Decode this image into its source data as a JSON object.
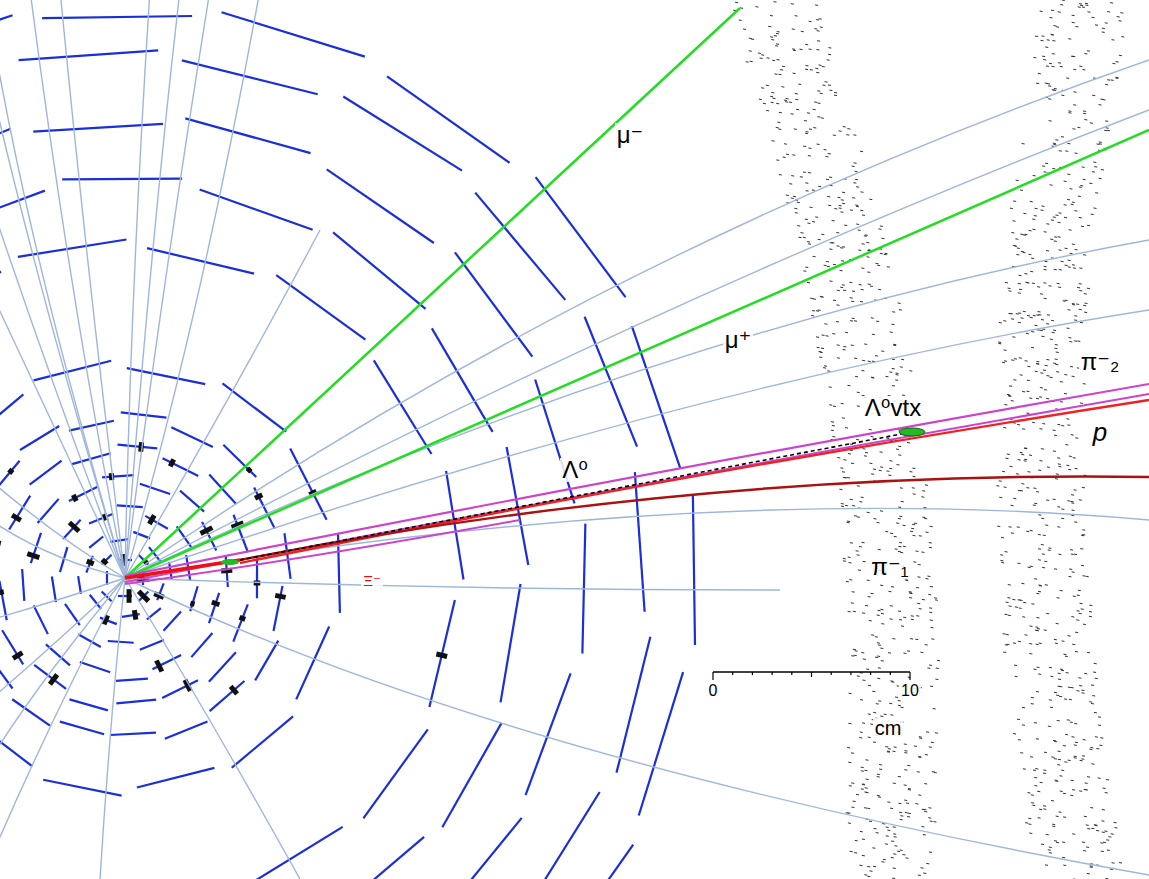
{
  "diagram": {
    "labels": [
      "μ⁻",
      "μ⁺",
      "Λ⁰vtx",
      "π⁻₂",
      "p",
      "Λ⁰",
      "π⁻₁",
      "Ξ⁻",
      "0",
      "10",
      "cm"
    ]
  }
}
